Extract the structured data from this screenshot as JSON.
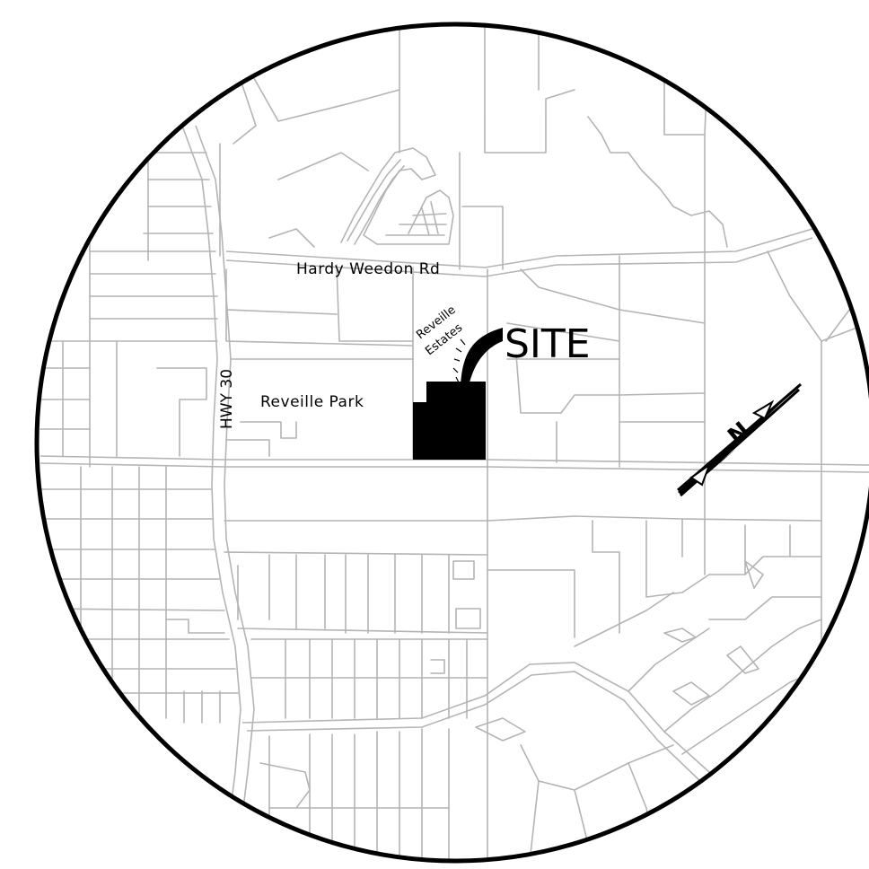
{
  "map": {
    "labels": {
      "road_hardy_weedon": "Hardy Weedon Rd",
      "subdivision_estates_line1": "Reveille",
      "subdivision_estates_line2": "Estates",
      "park": "Reveille Park",
      "highway": "HWY 30",
      "site": "SITE"
    },
    "north_arrow_letter": "N",
    "colors": {
      "parcel_lines": "#b4b4b4",
      "site_fill": "#000000",
      "frame": "#000000",
      "background": "#ffffff"
    }
  }
}
